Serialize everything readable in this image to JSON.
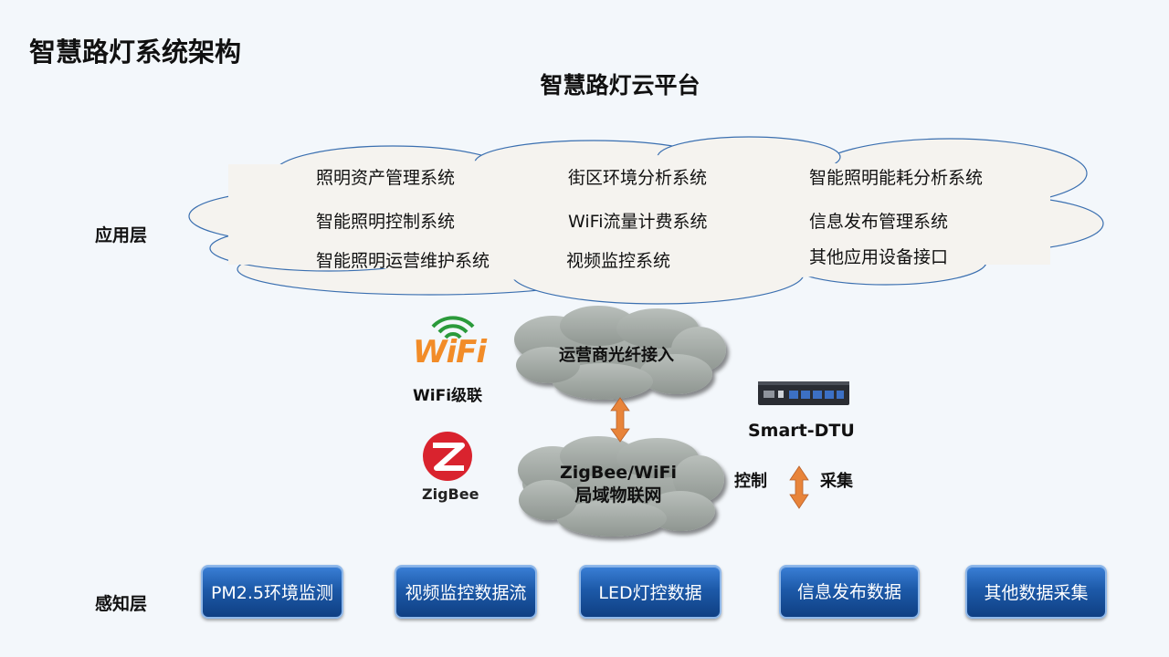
{
  "title": "智慧路灯系统架构",
  "platform_title": "智慧路灯云平台",
  "layers": {
    "application": "应用层",
    "perception": "感知层"
  },
  "app_systems": {
    "col1": [
      "照明资产管理系统",
      "智能照明控制系统",
      "智能照明运营维护系统"
    ],
    "col2": [
      "街区环境分析系统",
      "WiFi流量计费系统",
      "视频监控系统"
    ],
    "col3": [
      "智能照明能耗分析系统",
      "信息发布管理系统",
      "其他应用设备接口"
    ]
  },
  "network": {
    "fiber": "运营商光纤接入",
    "iot_line1": "ZigBee/WiFi",
    "iot_line2": "局域物联网"
  },
  "labels": {
    "wifi_logo": "WiFi",
    "wifi_cascade": "WiFi级联",
    "zigbee_logo": "ZigBee",
    "dtu": "Smart-DTU",
    "control": "控制",
    "collect": "采集"
  },
  "data_sources": [
    "PM2.5环境监测",
    "视频监控数据流",
    "LED灯控数据",
    "信息发布数据",
    "其他数据采集"
  ],
  "colors": {
    "cloud_fill": "#f5f3ef",
    "cloud_stroke": "#3a6fb0",
    "net_cloud": "#9ea5a0",
    "arrow": "#e8843a",
    "button": "#1d5aa9"
  }
}
